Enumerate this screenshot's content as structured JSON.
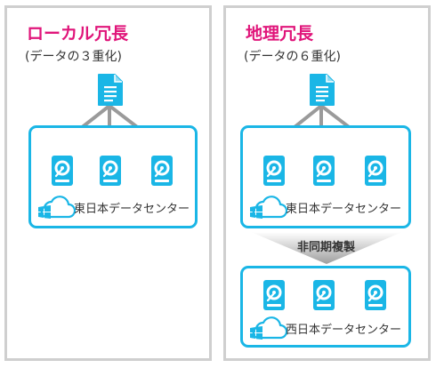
{
  "left_panel": {
    "title": "ローカル冗長",
    "subtitle": "(データの３重化)",
    "datacenter_label": "東日本データセンター"
  },
  "right_panel": {
    "title": "地理冗長",
    "subtitle": "(データの６重化)",
    "primary_datacenter_label": "東日本データセンター",
    "replication_label": "非同期複製",
    "secondary_datacenter_label": "西日本データセンター"
  },
  "colors": {
    "title": "#e0157a",
    "accent": "#1ab6e6",
    "arrow": "#9a9a9a",
    "panel_border": "#cfcfcf"
  },
  "icons": [
    "document-icon",
    "hard-disk-icon",
    "cloud-windows-icon"
  ]
}
